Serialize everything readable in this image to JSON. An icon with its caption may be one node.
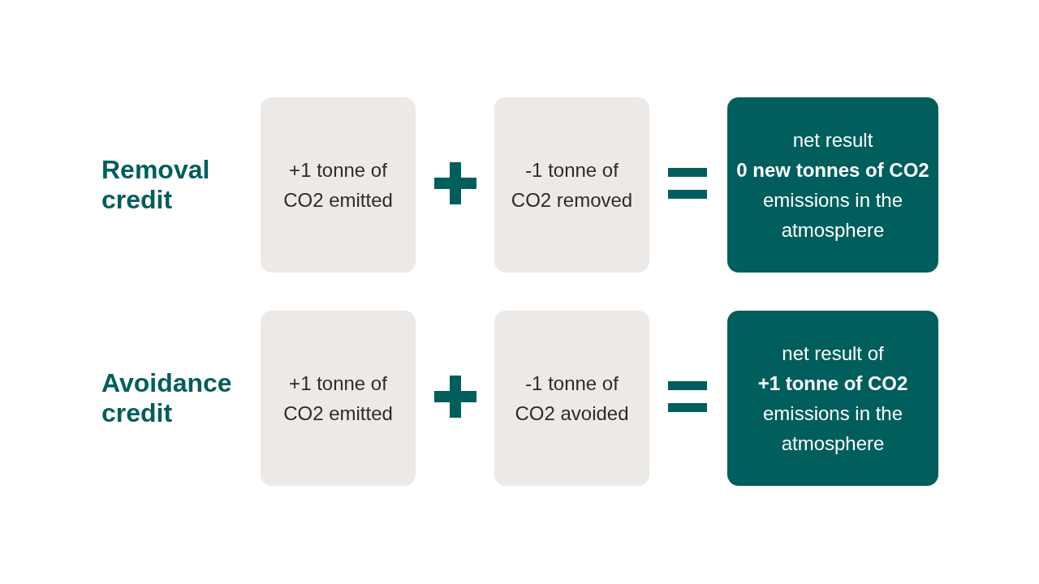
{
  "diagram": {
    "nodes": [
      {
        "text": [
          "+1 tonne of CO2 emitted"
        ]
      },
      {
        "text": [
          "-1 tonne of CO2 removed"
        ]
      },
      {
        "text": [
          "net result",
          "**0 new tonnes** **of CO2** emissions in the atmosphere"
        ]
      },
      {
        "text": [
          "+1 tonne of CO2 emitted"
        ]
      },
      {
        "text": [
          "-1 tonne of CO2 avoided"
        ]
      },
      {
        "text": [
          "net result of",
          "**+1 tonne** **of CO2** emissions in the atmosphere"
        ]
      }
    ],
    "labels": [
      "Removal credit",
      "Avoidance credit"
    ]
  }
}
